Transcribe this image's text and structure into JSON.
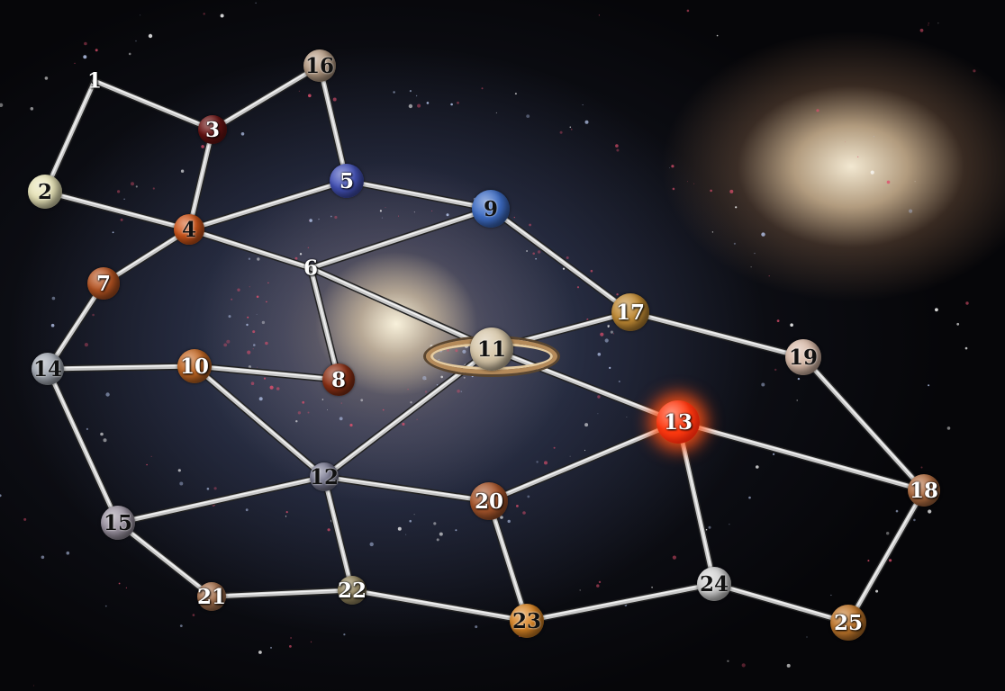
{
  "board": {
    "background": "spiral-galaxy",
    "line_color": "#c8c8c8",
    "nodes": [
      {
        "id": "1",
        "label": "1",
        "style": "bare",
        "text": "light"
      },
      {
        "id": "2",
        "label": "2",
        "color": "#e8e4b8",
        "text": "dark"
      },
      {
        "id": "3",
        "label": "3",
        "color": "#6b1414",
        "text": "light"
      },
      {
        "id": "4",
        "label": "4",
        "color": "#d0561a",
        "text": "dark"
      },
      {
        "id": "5",
        "label": "5",
        "color": "#4452b8",
        "text": "light"
      },
      {
        "id": "6",
        "label": "6",
        "style": "bare",
        "text": "light"
      },
      {
        "id": "7",
        "label": "7",
        "color": "#b65422",
        "text": "light"
      },
      {
        "id": "8",
        "label": "8",
        "color": "#8e3116",
        "text": "light"
      },
      {
        "id": "9",
        "label": "9",
        "color": "#3d6cc4",
        "text": "dark"
      },
      {
        "id": "10",
        "label": "10",
        "color": "#c46824",
        "text": "light"
      },
      {
        "id": "11",
        "label": "11",
        "color": "#d6c6a8",
        "text": "dark",
        "ring": true
      },
      {
        "id": "12",
        "label": "12",
        "color": "#7a7a92",
        "text": "dark"
      },
      {
        "id": "13",
        "label": "13",
        "color": "#ff3a10",
        "text": "light",
        "glow": true
      },
      {
        "id": "14",
        "label": "14",
        "color": "#a6acb6",
        "text": "dark"
      },
      {
        "id": "15",
        "label": "15",
        "color": "#9e96a4",
        "text": "dark"
      },
      {
        "id": "16",
        "label": "16",
        "color": "#b89e86",
        "text": "dark"
      },
      {
        "id": "17",
        "label": "17",
        "color": "#c08a34",
        "text": "light"
      },
      {
        "id": "18",
        "label": "18",
        "color": "#b26e42",
        "text": "light"
      },
      {
        "id": "19",
        "label": "19",
        "color": "#d8baa8",
        "text": "dark"
      },
      {
        "id": "20",
        "label": "20",
        "color": "#a8562c",
        "text": "light"
      },
      {
        "id": "21",
        "label": "21",
        "color": "#ac7652",
        "text": "light"
      },
      {
        "id": "22",
        "label": "22",
        "color": "#988a62",
        "text": "light"
      },
      {
        "id": "23",
        "label": "23",
        "color": "#d88424",
        "text": "dark"
      },
      {
        "id": "24",
        "label": "24",
        "color": "#d2d2d2",
        "text": "dark"
      },
      {
        "id": "25",
        "label": "25",
        "color": "#c2782c",
        "text": "light"
      }
    ],
    "edges": [
      [
        "1",
        "2"
      ],
      [
        "1",
        "3"
      ],
      [
        "2",
        "4"
      ],
      [
        "3",
        "16"
      ],
      [
        "3",
        "4"
      ],
      [
        "4",
        "5"
      ],
      [
        "4",
        "6"
      ],
      [
        "4",
        "7"
      ],
      [
        "16",
        "5"
      ],
      [
        "5",
        "9"
      ],
      [
        "6",
        "9"
      ],
      [
        "6",
        "8"
      ],
      [
        "6",
        "11"
      ],
      [
        "9",
        "17"
      ],
      [
        "7",
        "14"
      ],
      [
        "14",
        "10"
      ],
      [
        "10",
        "8"
      ],
      [
        "10",
        "12"
      ],
      [
        "14",
        "15"
      ],
      [
        "11",
        "17"
      ],
      [
        "11",
        "12"
      ],
      [
        "11",
        "13"
      ],
      [
        "17",
        "19"
      ],
      [
        "19",
        "18"
      ],
      [
        "13",
        "18"
      ],
      [
        "13",
        "20"
      ],
      [
        "13",
        "24"
      ],
      [
        "12",
        "15"
      ],
      [
        "12",
        "20"
      ],
      [
        "12",
        "22"
      ],
      [
        "15",
        "21"
      ],
      [
        "21",
        "22"
      ],
      [
        "22",
        "23"
      ],
      [
        "20",
        "23"
      ],
      [
        "23",
        "24"
      ],
      [
        "24",
        "25"
      ],
      [
        "25",
        "18"
      ]
    ]
  }
}
